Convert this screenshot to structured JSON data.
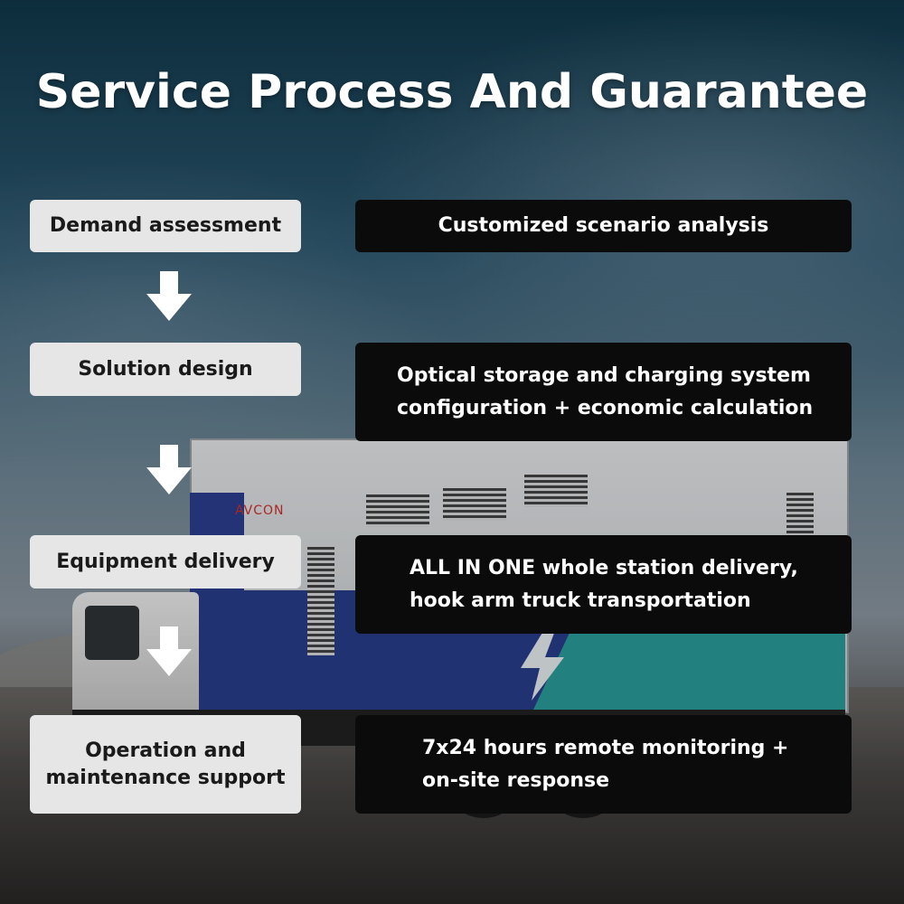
{
  "title": "Service Process And Guarantee",
  "logo_text": "AVCON",
  "steps": [
    {
      "label": "Demand assessment",
      "detail_lines": [
        "Customized scenario analysis"
      ]
    },
    {
      "label": "Solution design",
      "detail_lines": [
        "Optical storage and charging system",
        "configuration + economic calculation"
      ]
    },
    {
      "label": "Equipment delivery",
      "detail_lines": [
        "ALL IN ONE whole station delivery,",
        "hook arm truck transportation"
      ]
    },
    {
      "label_lines": [
        "Operation and",
        "maintenance support"
      ],
      "detail_lines": [
        "7x24 hours remote monitoring +",
        "on-site response"
      ]
    }
  ],
  "colors": {
    "step_bg": "#e6e6e6",
    "detail_bg": "#0b0b0b",
    "arrow": "#ffffff",
    "truck_blue": "#283d8c",
    "truck_teal": "#2a9e9b"
  },
  "icons": [
    "down-arrow-icon",
    "lightning-bolt-icon"
  ]
}
